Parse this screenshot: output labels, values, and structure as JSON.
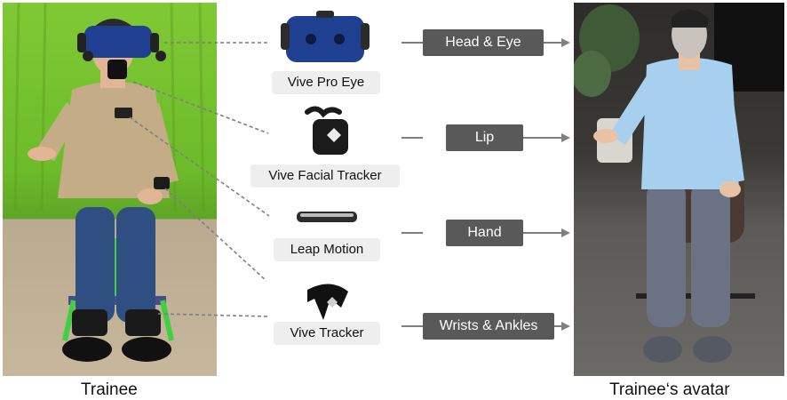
{
  "captions": {
    "left": "Trainee",
    "right": "Trainee‘s avatar"
  },
  "devices": [
    {
      "label": "Vive Pro Eye",
      "signal": "Head & Eye"
    },
    {
      "label": "Vive Facial Tracker",
      "signal": "Lip"
    },
    {
      "label": "Leap Motion",
      "signal": "Hand"
    },
    {
      "label": "Vive Tracker",
      "signal": "Wrists & Ankles"
    }
  ],
  "colors": {
    "signal_box": "#595959",
    "device_label_bg": "#eeeeee",
    "arrow": "#7f7f7f",
    "leader": "#7f7f7f",
    "curtain": "#7fc934",
    "shirt": "#a7d0ee",
    "headset": "#1f3f91"
  }
}
